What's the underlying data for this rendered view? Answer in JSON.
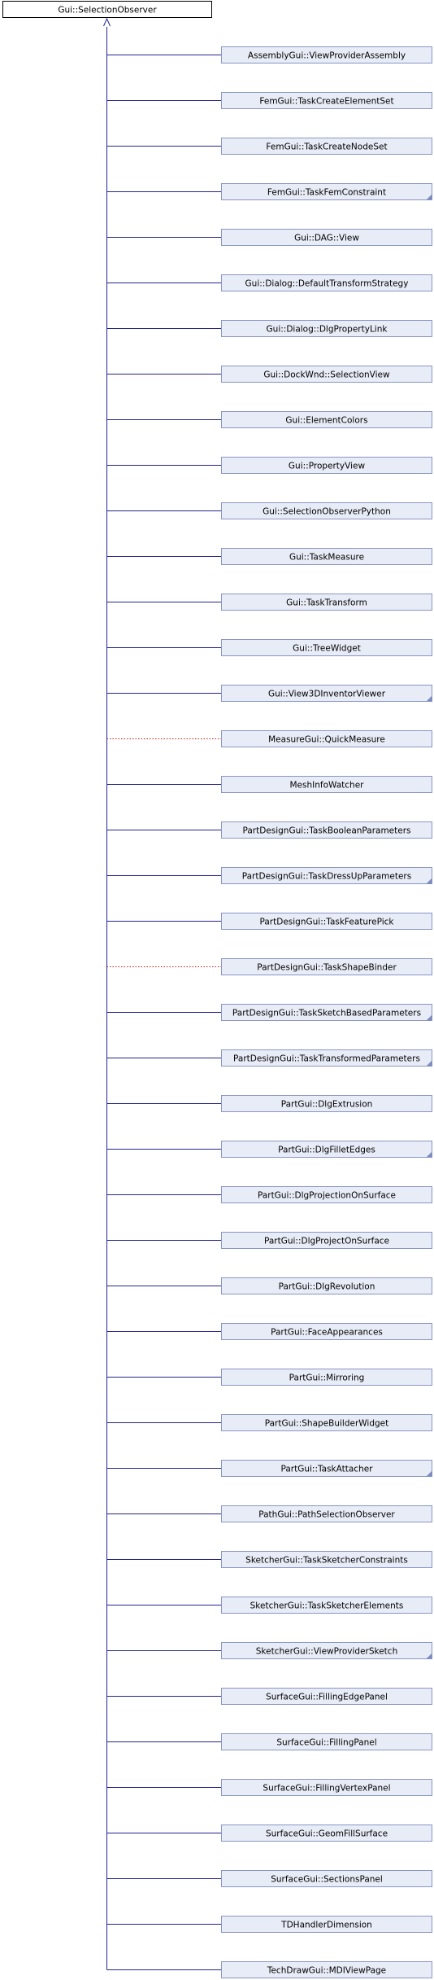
{
  "diagram": {
    "root": {
      "label": "Gui::SelectionObserver"
    },
    "colors": {
      "root_fill": "#ffffff",
      "root_border": "#000000",
      "node_fill": "#e8ecf6",
      "node_border": "#8a96c4",
      "edge_solid": "#25258f",
      "edge_dotted": "#c01818",
      "corner_marker": "#7c8cc0"
    },
    "children": [
      {
        "label": "AssemblyGui::ViewProviderAssembly",
        "edge": "solid",
        "truncated": false
      },
      {
        "label": "FemGui::TaskCreateElementSet",
        "edge": "solid",
        "truncated": false
      },
      {
        "label": "FemGui::TaskCreateNodeSet",
        "edge": "solid",
        "truncated": false
      },
      {
        "label": "FemGui::TaskFemConstraint",
        "edge": "solid",
        "truncated": true
      },
      {
        "label": "Gui::DAG::View",
        "edge": "solid",
        "truncated": false
      },
      {
        "label": "Gui::Dialog::DefaultTransformStrategy",
        "edge": "solid",
        "truncated": false
      },
      {
        "label": "Gui::Dialog::DlgPropertyLink",
        "edge": "solid",
        "truncated": false
      },
      {
        "label": "Gui::DockWnd::SelectionView",
        "edge": "solid",
        "truncated": false
      },
      {
        "label": "Gui::ElementColors",
        "edge": "solid",
        "truncated": false
      },
      {
        "label": "Gui::PropertyView",
        "edge": "solid",
        "truncated": false
      },
      {
        "label": "Gui::SelectionObserverPython",
        "edge": "solid",
        "truncated": false
      },
      {
        "label": "Gui::TaskMeasure",
        "edge": "solid",
        "truncated": false
      },
      {
        "label": "Gui::TaskTransform",
        "edge": "solid",
        "truncated": false
      },
      {
        "label": "Gui::TreeWidget",
        "edge": "solid",
        "truncated": false
      },
      {
        "label": "Gui::View3DInventorViewer",
        "edge": "solid",
        "truncated": true
      },
      {
        "label": "MeasureGui::QuickMeasure",
        "edge": "dotted",
        "truncated": false
      },
      {
        "label": "MeshInfoWatcher",
        "edge": "solid",
        "truncated": false
      },
      {
        "label": "PartDesignGui::TaskBooleanParameters",
        "edge": "solid",
        "truncated": false
      },
      {
        "label": "PartDesignGui::TaskDressUpParameters",
        "edge": "solid",
        "truncated": true
      },
      {
        "label": "PartDesignGui::TaskFeaturePick",
        "edge": "solid",
        "truncated": false
      },
      {
        "label": "PartDesignGui::TaskShapeBinder",
        "edge": "dotted",
        "truncated": false
      },
      {
        "label": "PartDesignGui::TaskSketchBasedParameters",
        "edge": "solid",
        "truncated": true
      },
      {
        "label": "PartDesignGui::TaskTransformedParameters",
        "edge": "solid",
        "truncated": true
      },
      {
        "label": "PartGui::DlgExtrusion",
        "edge": "solid",
        "truncated": false
      },
      {
        "label": "PartGui::DlgFilletEdges",
        "edge": "solid",
        "truncated": true
      },
      {
        "label": "PartGui::DlgProjectionOnSurface",
        "edge": "solid",
        "truncated": false
      },
      {
        "label": "PartGui::DlgProjectOnSurface",
        "edge": "solid",
        "truncated": false
      },
      {
        "label": "PartGui::DlgRevolution",
        "edge": "solid",
        "truncated": false
      },
      {
        "label": "PartGui::FaceAppearances",
        "edge": "solid",
        "truncated": false
      },
      {
        "label": "PartGui::Mirroring",
        "edge": "solid",
        "truncated": false
      },
      {
        "label": "PartGui::ShapeBuilderWidget",
        "edge": "solid",
        "truncated": false
      },
      {
        "label": "PartGui::TaskAttacher",
        "edge": "solid",
        "truncated": true
      },
      {
        "label": "PathGui::PathSelectionObserver",
        "edge": "solid",
        "truncated": false
      },
      {
        "label": "SketcherGui::TaskSketcherConstraints",
        "edge": "solid",
        "truncated": false
      },
      {
        "label": "SketcherGui::TaskSketcherElements",
        "edge": "solid",
        "truncated": false
      },
      {
        "label": "SketcherGui::ViewProviderSketch",
        "edge": "solid",
        "truncated": true
      },
      {
        "label": "SurfaceGui::FillingEdgePanel",
        "edge": "solid",
        "truncated": false
      },
      {
        "label": "SurfaceGui::FillingPanel",
        "edge": "solid",
        "truncated": false
      },
      {
        "label": "SurfaceGui::FillingVertexPanel",
        "edge": "solid",
        "truncated": false
      },
      {
        "label": "SurfaceGui::GeomFillSurface",
        "edge": "solid",
        "truncated": false
      },
      {
        "label": "SurfaceGui::SectionsPanel",
        "edge": "solid",
        "truncated": false
      },
      {
        "label": "TDHandlerDimension",
        "edge": "solid",
        "truncated": false
      },
      {
        "label": "TechDrawGui::MDIViewPage",
        "edge": "solid",
        "truncated": false
      }
    ]
  }
}
